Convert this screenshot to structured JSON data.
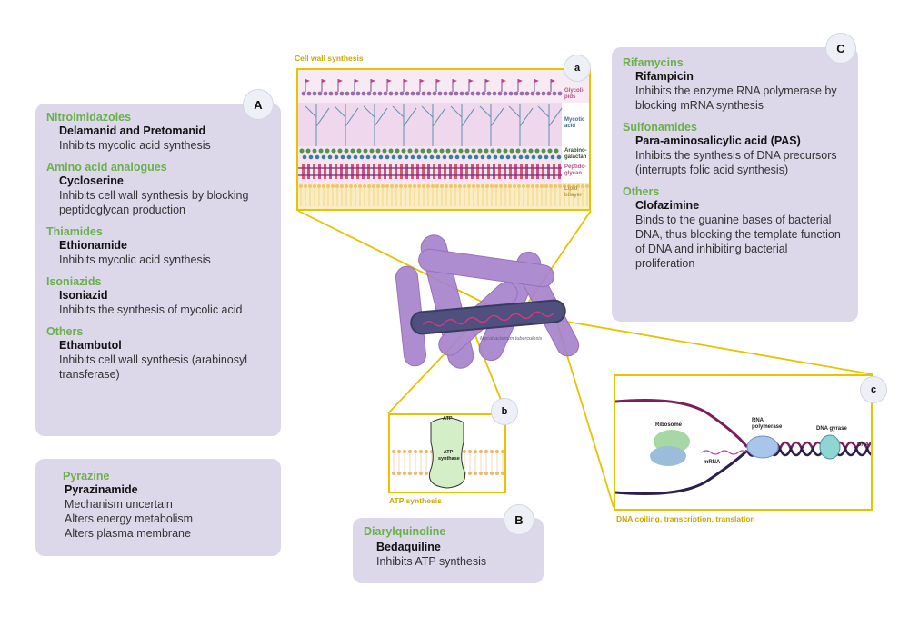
{
  "panel_a": {
    "badge": "A",
    "entries": [
      {
        "category": "Nitroimidazoles",
        "drug": "Delamanid and Pretomanid",
        "desc": "Inhibits mycolic acid synthesis"
      },
      {
        "category": "Amino acid analogues",
        "drug": "Cycloserine",
        "desc": "Inhibits cell wall synthesis by blocking peptidoglycan production"
      },
      {
        "category": "Thiamides",
        "drug": "Ethionamide",
        "desc": "Inhibits mycolic acid synthesis"
      },
      {
        "category": "Isoniazids",
        "drug": "Isoniazid",
        "desc": "Inhibits the synthesis of mycolic acid"
      },
      {
        "category": "Others",
        "drug": "Ethambutol",
        "desc": "Inhibits cell wall synthesis (arabinosyl transferase)"
      }
    ]
  },
  "panel_pyrazine": {
    "category": "Pyrazine",
    "drug": "Pyrazinamide",
    "lines": [
      "Mechanism uncertain",
      "Alters energy metabolism",
      "Alters plasma membrane"
    ]
  },
  "panel_b": {
    "badge": "B",
    "category": "Diarylquinoline",
    "drug": "Bedaquiline",
    "desc": "Inhibits ATP synthesis"
  },
  "panel_c": {
    "badge": "C",
    "entries": [
      {
        "category": "Rifamycins",
        "drug": "Rifampicin",
        "desc": "Inhibits the enzyme RNA polymerase by blocking mRNA synthesis"
      },
      {
        "category": "Sulfonamides",
        "drug": "Para-aminosalicylic acid (PAS)",
        "desc": "Inhibits the synthesis of DNA precursors (interrupts folic acid synthesis)"
      },
      {
        "category": "Others",
        "drug": "Clofazimine",
        "desc": "Binds to the guanine bases of bacterial DNA, thus blocking the template function of DNA and inhibiting bacterial proliferation"
      }
    ]
  },
  "inset_a": {
    "badge": "a",
    "title": "Cell wall synthesis",
    "layers": [
      "Glycoli-pids",
      "Mycotic acid",
      "Arabino-galactan",
      "Peptido-glycan",
      "Lipid bilayer"
    ]
  },
  "inset_b": {
    "badge": "b",
    "caption": "ATP synthesis",
    "atp_label": "ATP",
    "synthase_label": "ATP synthase"
  },
  "inset_c": {
    "badge": "c",
    "caption": "DNA coiling, transcription, translation",
    "labels": {
      "ribosome": "Ribosome",
      "rna_polymerase": "RNA polymerase",
      "dna_gyrase": "DNA gyrase",
      "mrna": "mRNA",
      "dna": "DNA"
    }
  },
  "center": {
    "organism": "Mycobacterium tuberculosis"
  },
  "colors": {
    "panel_bg": "#dcd8ea",
    "category": "#6ab04c",
    "inset_border": "#e8c300",
    "bacteria_light": "#a57fcb",
    "bacteria_dark": "#4e4f7f"
  }
}
